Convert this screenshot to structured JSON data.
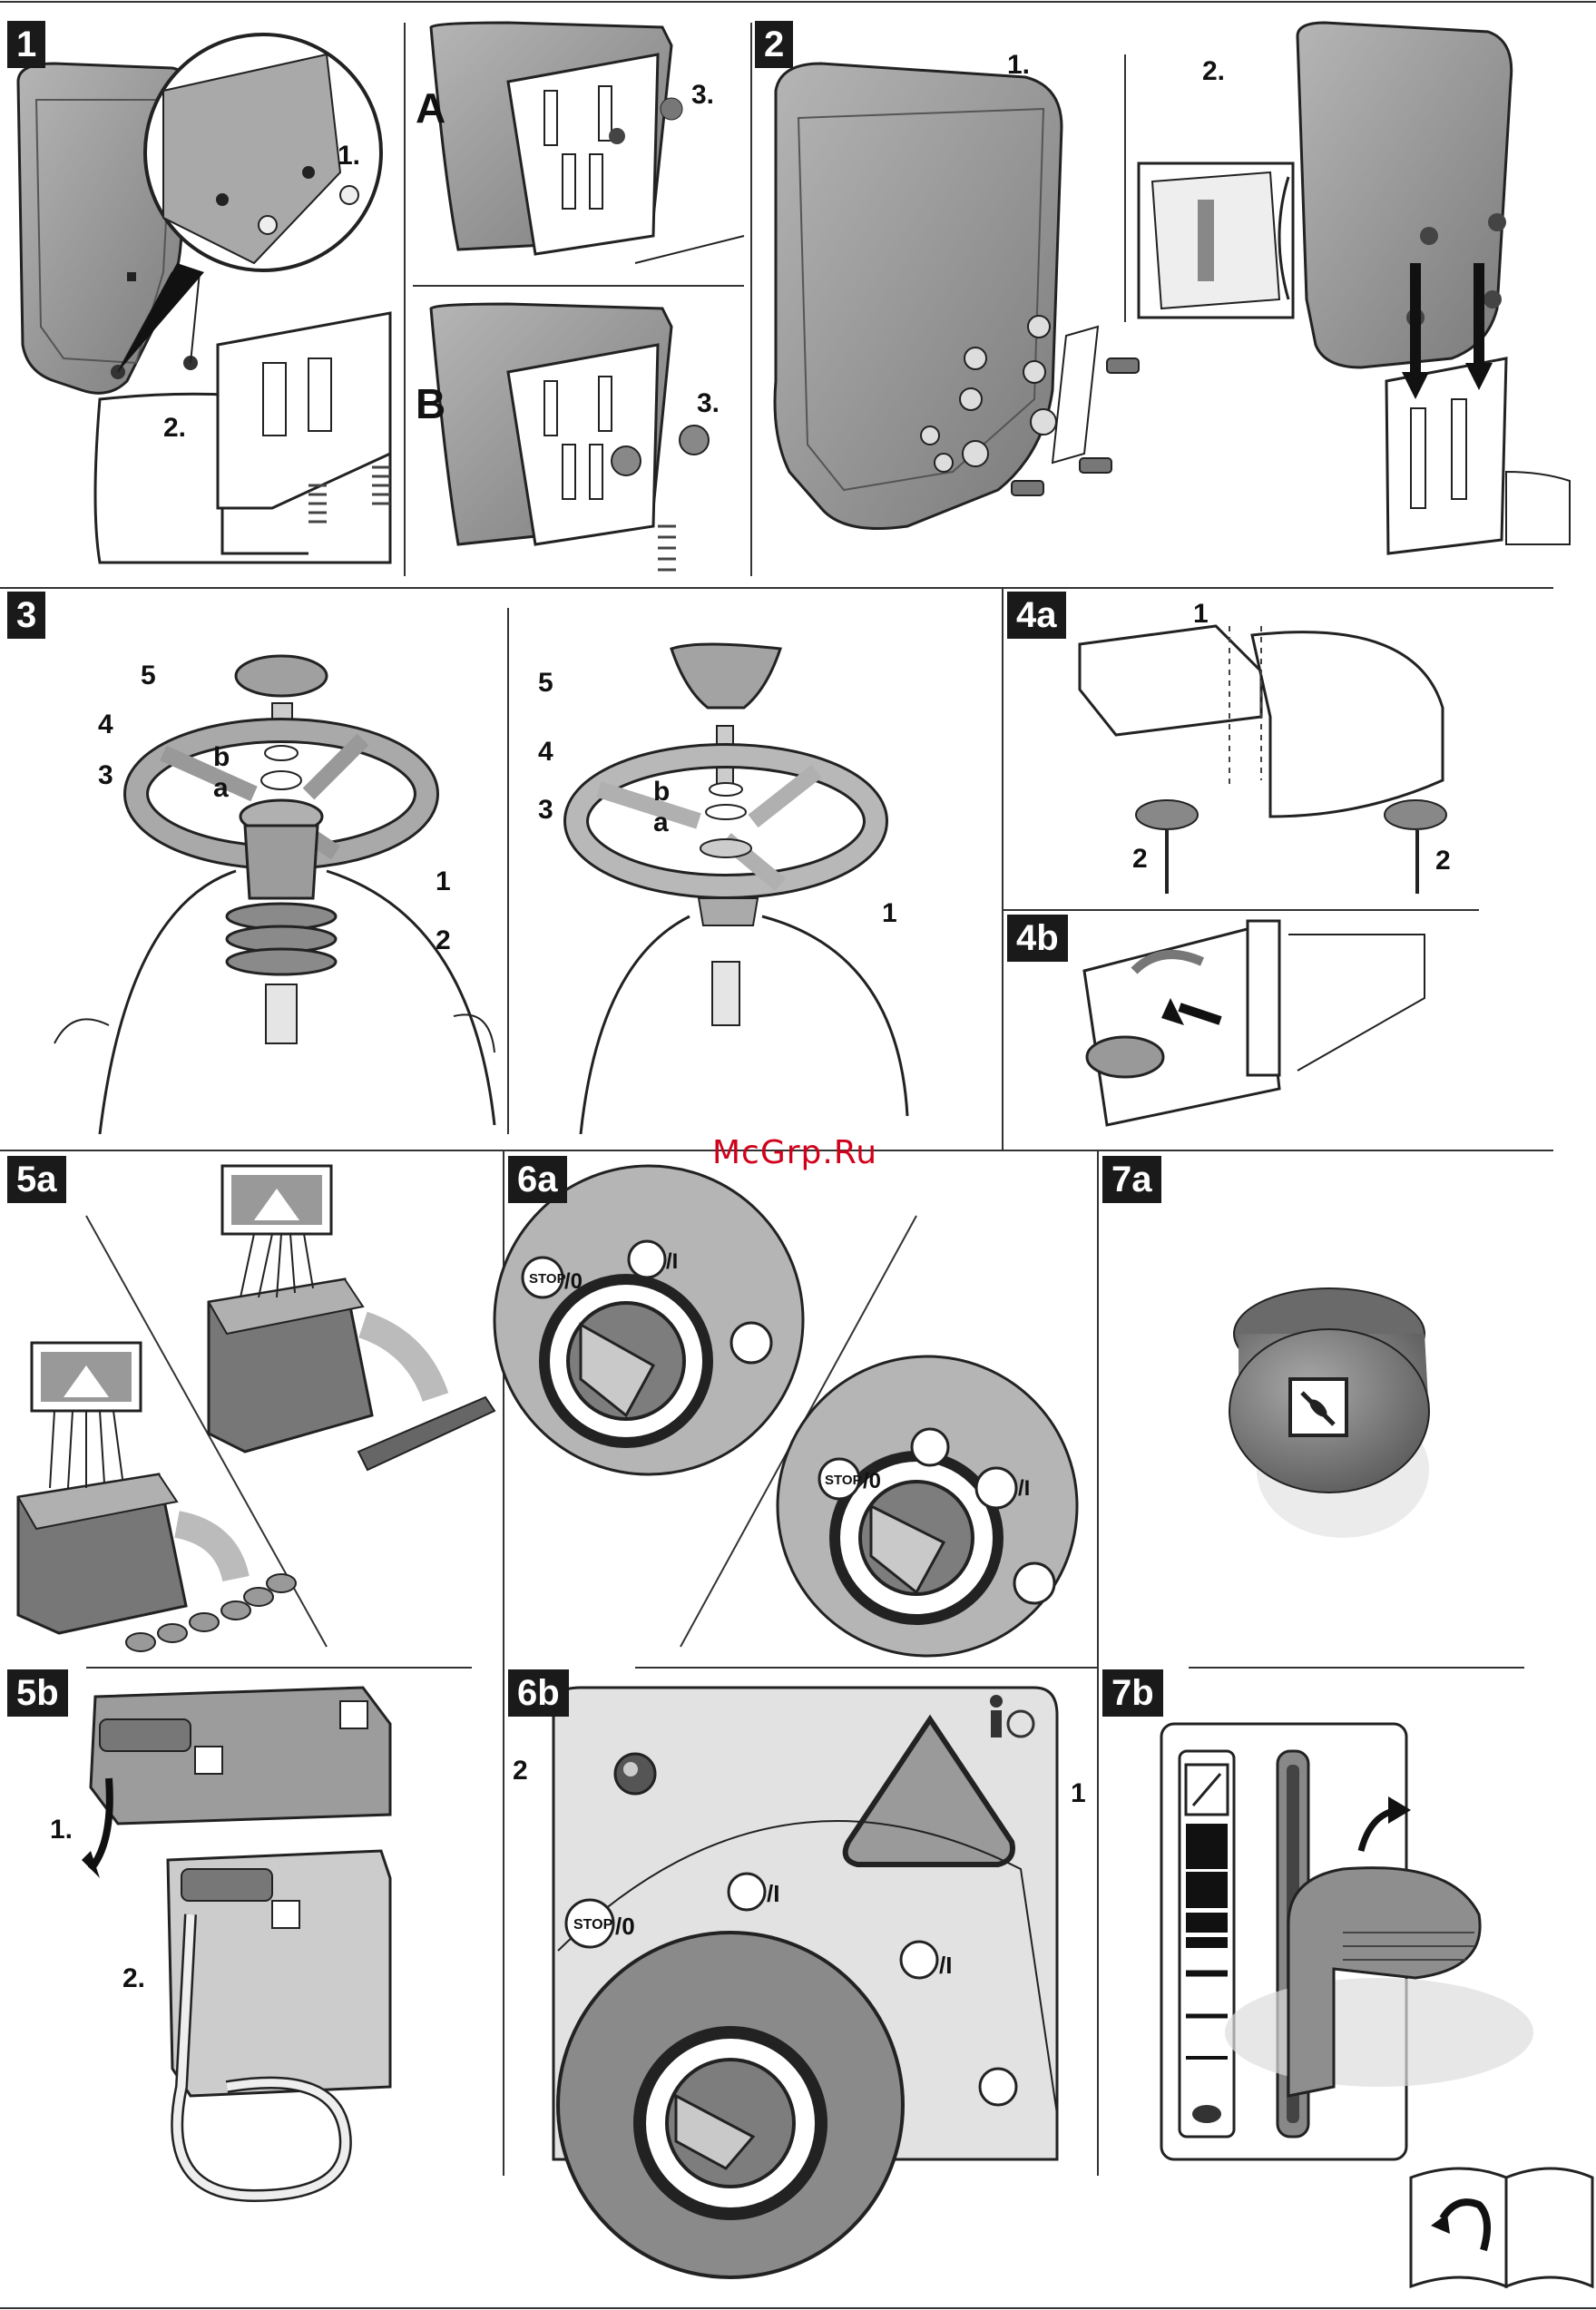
{
  "watermark": "McGrp.Ru",
  "panels": [
    {
      "id": "1",
      "label": "1"
    },
    {
      "id": "2",
      "label": "2"
    },
    {
      "id": "3",
      "label": "3"
    },
    {
      "id": "4a",
      "label": "4a"
    },
    {
      "id": "4b",
      "label": "4b"
    },
    {
      "id": "5a",
      "label": "5a"
    },
    {
      "id": "5b",
      "label": "5b"
    },
    {
      "id": "6a",
      "label": "6a"
    },
    {
      "id": "6b",
      "label": "6b"
    },
    {
      "id": "7a",
      "label": "7a"
    },
    {
      "id": "7b",
      "label": "7b"
    }
  ],
  "panel1": {
    "step1": "1.",
    "step2": "2.",
    "sub_a": "A",
    "sub_b": "B",
    "step3_a": "3.",
    "step3_b": "3."
  },
  "panel2": {
    "step1": "1.",
    "step2": "2."
  },
  "panel3": {
    "left": [
      "5",
      "4",
      "3",
      "b",
      "a",
      "1",
      "2"
    ],
    "right": [
      "5",
      "4",
      "3",
      "b",
      "a",
      "1"
    ]
  },
  "panel4a": {
    "n1": "1",
    "n2_left": "2",
    "n2_right": "2"
  },
  "panel5b": {
    "step1": "1.",
    "step2": "2."
  },
  "switch6a": {
    "stop": "STOP",
    "zero": "/0",
    "one": "/I"
  },
  "panel6b": {
    "n2": "2",
    "n1": "1",
    "stop": "STOP",
    "zero": "/0",
    "one": "/I",
    "one_b": "/I"
  },
  "colors": {
    "badge": "#1a1a1a",
    "part_gray": "#9a9a9a",
    "watermark": "#d0021b"
  },
  "icons": [
    "battery-icon",
    "turtle-icon",
    "hare-icon",
    "manual-book-icon",
    "operator-presence-icon"
  ]
}
